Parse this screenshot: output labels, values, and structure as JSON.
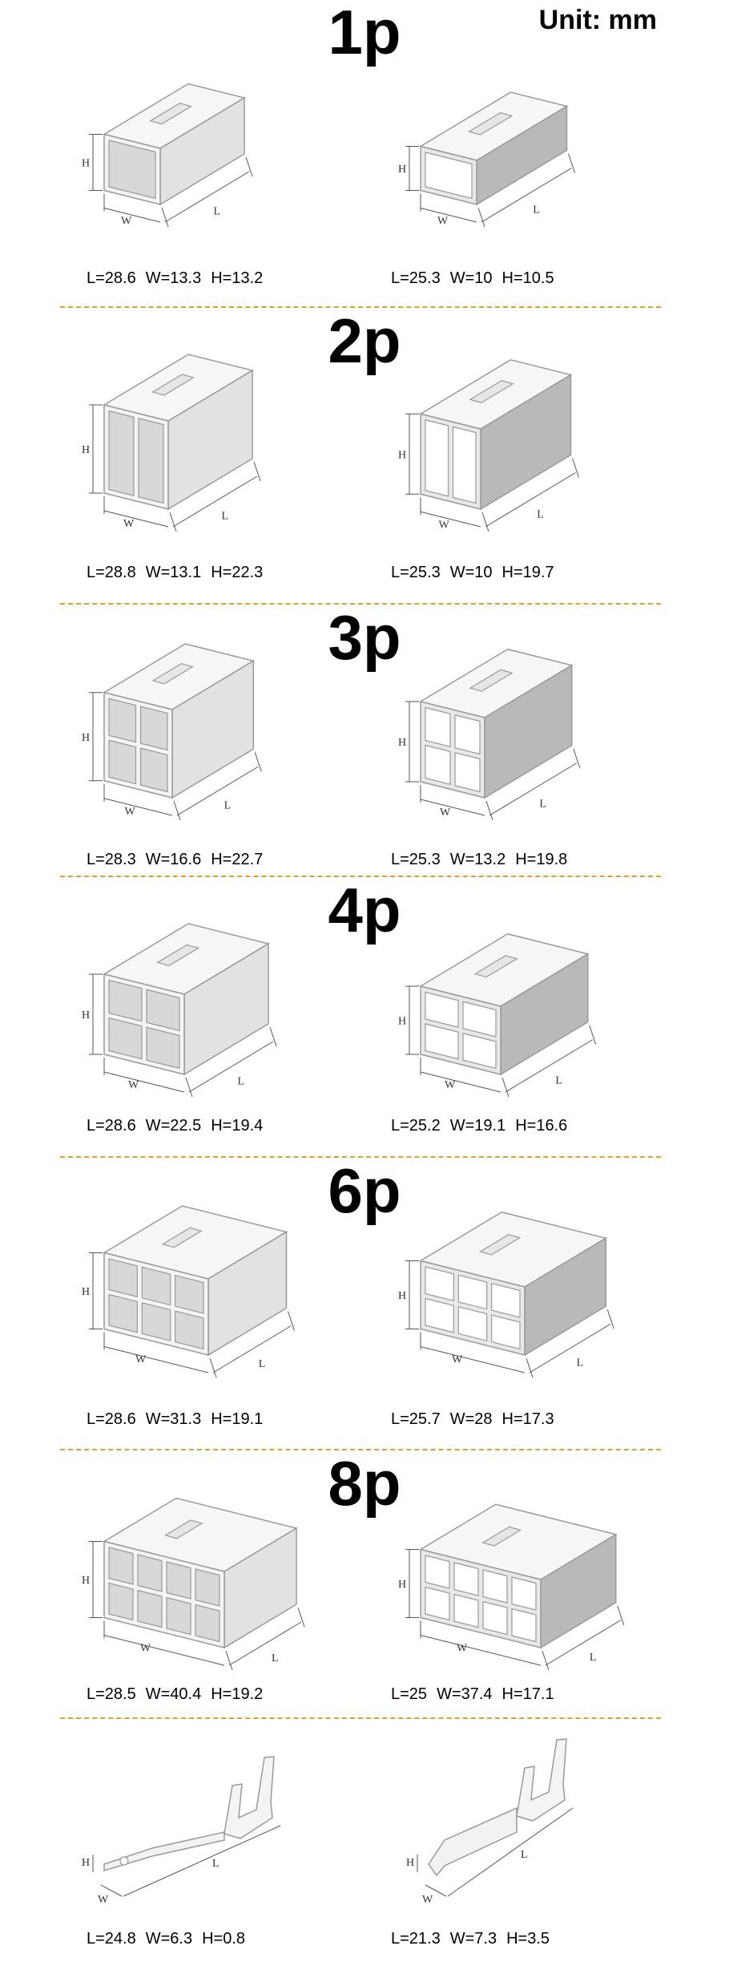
{
  "unit_label": "Unit: mm",
  "sections": [
    {
      "title": "1p",
      "left": {
        "dims": [
          "L=28.6",
          "W=13.3",
          "H=13.2"
        ]
      },
      "right": {
        "dims": [
          "L=25.3",
          "W=10",
          "H=10.5"
        ]
      }
    },
    {
      "title": "2p",
      "left": {
        "dims": [
          "L=28.8",
          "W=13.1",
          "H=22.3"
        ]
      },
      "right": {
        "dims": [
          "L=25.3",
          "W=10",
          "H=19.7"
        ]
      }
    },
    {
      "title": "3p",
      "left": {
        "dims": [
          "L=28.3",
          "W=16.6",
          "H=22.7"
        ]
      },
      "right": {
        "dims": [
          "L=25.3",
          "W=13.2",
          "H=19.8"
        ]
      }
    },
    {
      "title": "4p",
      "left": {
        "dims": [
          "L=28.6",
          "W=22.5",
          "H=19.4"
        ]
      },
      "right": {
        "dims": [
          "L=25.2",
          "W=19.1",
          "H=16.6"
        ]
      }
    },
    {
      "title": "6p",
      "left": {
        "dims": [
          "L=28.6",
          "W=31.3",
          "H=19.1"
        ]
      },
      "right": {
        "dims": [
          "L=25.7",
          "W=28",
          "H=17.3"
        ]
      }
    },
    {
      "title": "8p",
      "left": {
        "dims": [
          "L=28.5",
          "W=40.4",
          "H=19.2"
        ]
      },
      "right": {
        "dims": [
          "L=25",
          "W=37.4",
          "H=17.1"
        ]
      }
    },
    {
      "title": "",
      "left": {
        "dims": [
          "L=24.8",
          "W=6.3",
          "H=0.8"
        ]
      },
      "right": {
        "dims": [
          "L=21.3",
          "W=7.3",
          "H=3.5"
        ]
      }
    }
  ],
  "dimension_letters": {
    "length": "L",
    "width": "W",
    "height": "H"
  },
  "colors": {
    "separator": "#e0a030",
    "housing_fill": "#ececec",
    "housing_stroke": "#9a9a9a",
    "line": "#555555"
  }
}
